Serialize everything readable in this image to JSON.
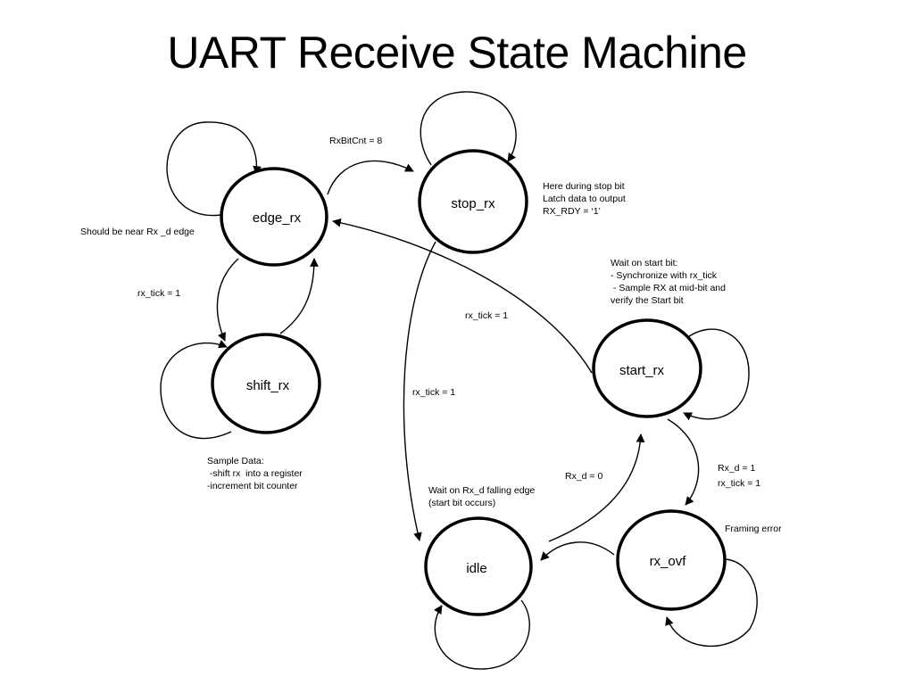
{
  "title": "UART Receive State Machine",
  "states": {
    "edge_rx": "edge_rx",
    "stop_rx": "stop_rx",
    "shift_rx": "shift_rx",
    "start_rx": "start_rx",
    "idle": "idle",
    "rx_ovf": "rx_ovf"
  },
  "transitions": {
    "edge_to_stop": "RxBitCnt = 8",
    "edge_to_shift": "rx_tick = 1",
    "start_to_edge": "rx_tick = 1",
    "stop_to_idle": "rx_tick = 1",
    "idle_to_start": "Rx_d = 0",
    "start_to_ovf_1": "Rx_d = 1",
    "start_to_ovf_2": "rx_tick = 1"
  },
  "notes": {
    "edge_rx": [
      "Should be near Rx _d edge"
    ],
    "stop_rx": [
      "Here during stop bit",
      "Latch data to output",
      "RX_RDY = ‘1’"
    ],
    "start_rx": [
      "Wait on start bit:",
      "- Synchronize with rx_tick",
      " - Sample RX at mid-bit and",
      "verify the Start bit"
    ],
    "shift_rx": [
      "Sample Data:",
      " -shift rx  into a register",
      "-increment bit counter"
    ],
    "idle": [
      "Wait on Rx_d falling edge",
      "(start bit occurs)"
    ],
    "rx_ovf": [
      "Framing error"
    ]
  }
}
